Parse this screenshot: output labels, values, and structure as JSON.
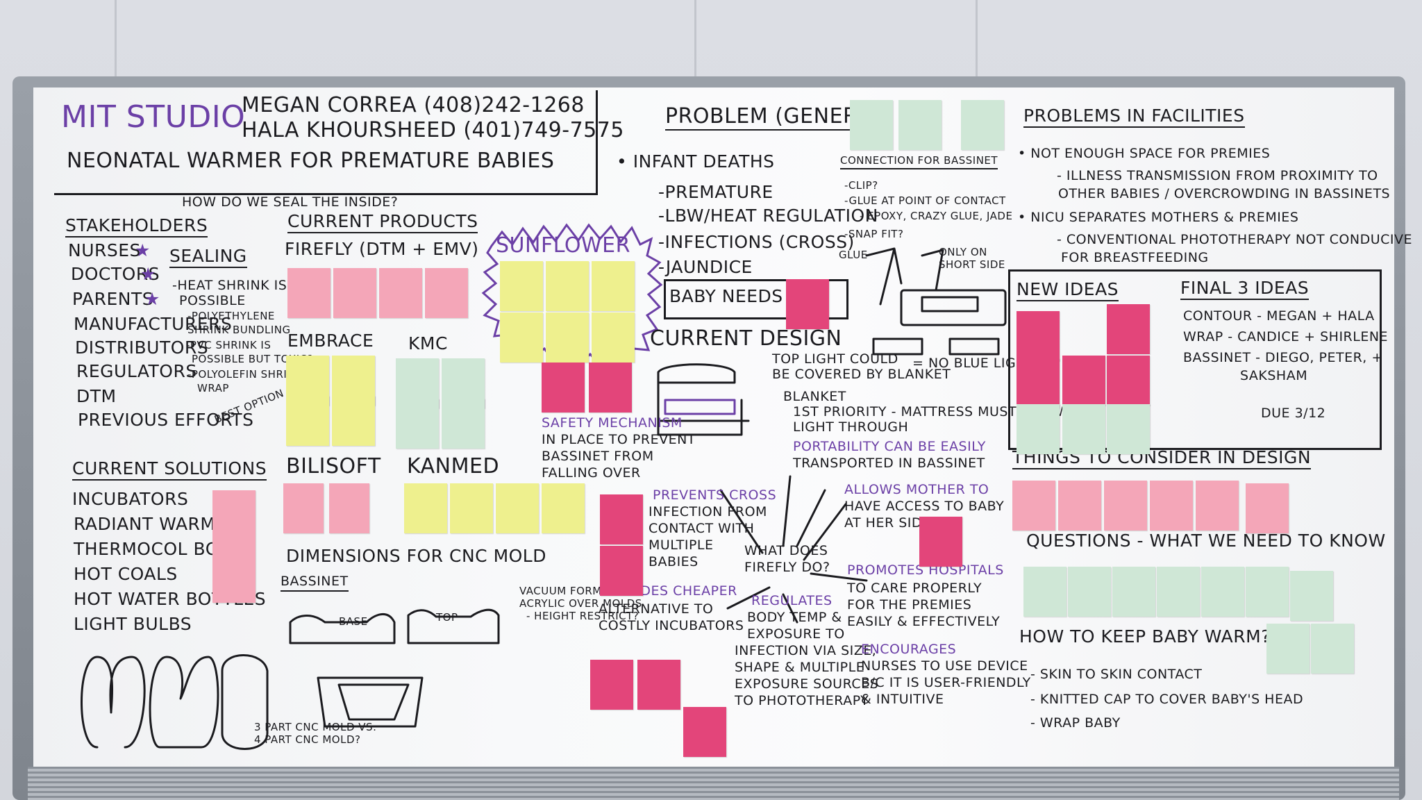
{
  "header": {
    "studio": "MIT STUDIO",
    "person1": "MEGAN CORREA (408)242-1268",
    "person2": "HALA KHOURSHEED (401)749-7575",
    "project": "NEONATAL WARMER FOR PREMATURE BABIES"
  },
  "stakeholders": {
    "title": "STAKEHOLDERS",
    "items": [
      "NURSES",
      "DOCTORS",
      "PARENTS",
      "MANUFACTURERS",
      "DISTRIBUTORS",
      "REGULATORS",
      "DTM",
      "PREVIOUS EFFORTS"
    ]
  },
  "sealing": {
    "question": "HOW DO WE SEAL THE INSIDE?",
    "title": "SEALING",
    "lines": [
      "-HEAT SHRINK IS",
      "POSSIBLE",
      "-POLYETHYLENE",
      "SHRINK BUNDLING",
      "-PVC SHRINK IS",
      "POSSIBLE BUT TOXIC?",
      "-POLYOLEFIN SHRINK",
      "WRAP"
    ],
    "best": "BEST OPTION"
  },
  "products": {
    "title": "CURRENT PRODUCTS",
    "firefly": "FIREFLY (DTM + EMV)",
    "sunflower": "SUNFLOWER",
    "embrace": "EMBRACE",
    "kmc": "KMC",
    "bilisoft": "BILISOFT",
    "kanmed": "KANMED"
  },
  "solutions": {
    "title": "CURRENT SOLUTIONS",
    "items": [
      "INCUBATORS",
      "RADIANT WARMERS",
      "THERMOCOL BOXES",
      "HOT COALS",
      "HOT WATER BOTTLES",
      "LIGHT BULBS"
    ]
  },
  "dimensions": {
    "title": "DIMENSIONS FOR CNC MOLD",
    "bassinet": "BASSINET",
    "base": "BASE",
    "top": "TOP",
    "vacuum": [
      "VACUUM FORM",
      "ACRYLIC OVER MOLDS",
      "- HEIGHT RESTRICT?"
    ],
    "cnc_q": [
      "3 PART CNC MOLD VS.",
      "4 PART CNC MOLD?"
    ]
  },
  "problem": {
    "title": "PROBLEM (GENERAL)",
    "main": "• INFANT DEATHS",
    "items": [
      "-PREMATURE",
      "-LBW/HEAT REGULATION",
      "-INFECTIONS (CROSS)",
      "-JAUNDICE"
    ],
    "baby_needs": "BABY NEEDS -"
  },
  "connection": {
    "title": "CONNECTION FOR BASSINET",
    "lines": [
      "-CLIP?",
      "-GLUE AT POINT OF CONTACT",
      "- EPOXY, CRAZY GLUE, JADE",
      "-SNAP FIT?"
    ],
    "glue": "GLUE",
    "only_short": [
      "ONLY ON",
      "SHORT SIDE"
    ]
  },
  "design": {
    "title": "CURRENT DESIGN",
    "top_light": [
      "TOP LIGHT COULD",
      "BE COVERED BY BLANKET"
    ],
    "no_blue": "= NO BLUE LIGHT",
    "blanket": "BLANKET",
    "priority": [
      "1ST PRIORITY - MATTRESS MUST ALLOW",
      "LIGHT THROUGH"
    ],
    "portability": [
      "PORTABILITY CAN BE EASILY",
      "TRANSPORTED IN BASSINET"
    ],
    "safety": [
      "SAFETY MECHANISM",
      "IN PLACE TO PREVENT",
      "BASSINET FROM",
      "FALLING OVER"
    ]
  },
  "firefly_do": {
    "center": [
      "WHAT DOES",
      "FIREFLY DO?"
    ],
    "prevents": [
      "PREVENTS CROSS",
      "INFECTION FROM",
      "CONTACT WITH",
      "MULTIPLE",
      "BABIES"
    ],
    "allows": [
      "ALLOWS MOTHER TO",
      "HAVE ACCESS TO BABY",
      "AT HER SIDE"
    ],
    "provides": [
      "PROVIDES CHEAPER",
      "ALTERNATIVE TO",
      "COSTLY INCUBATORS"
    ],
    "regulates": [
      "REGULATES",
      "BODY TEMP &",
      "EXPOSURE TO",
      "INFECTION VIA SIZE,",
      "SHAPE & MULTIPLE",
      "EXPOSURE SOURCES",
      "TO PHOTOTHERAPY"
    ],
    "promotes": [
      "PROMOTES HOSPITALS",
      "TO CARE PROPERLY",
      "FOR THE PREMIES",
      "EASILY & EFFECTIVELY"
    ],
    "encourages": [
      "ENCOURAGES",
      "NURSES TO USE DEVICE",
      "B/C IT IS USER-FRIENDLY",
      "& INTUITIVE"
    ]
  },
  "facilities": {
    "title": "PROBLEMS IN FACILITIES",
    "lines": [
      "• NOT ENOUGH SPACE FOR PREMIES",
      "- ILLNESS TRANSMISSION FROM PROXIMITY TO",
      "OTHER BABIES / OVERCROWDING IN BASSINETS",
      "• NICU SEPARATES MOTHERS & PREMIES",
      "- CONVENTIONAL PHOTOTHERAPY NOT CONDUCIVE",
      "FOR BREASTFEEDING"
    ]
  },
  "ideas": {
    "new": "NEW IDEAS",
    "final": "FINAL 3 IDEAS",
    "final_items": [
      "CONTOUR - MEGAN + HALA",
      "WRAP - CANDICE + SHIRLENE",
      "BASSINET - DIEGO, PETER, +",
      "SAKSHAM"
    ],
    "due": "DUE 3/12"
  },
  "consider": {
    "title": "THINGS TO CONSIDER IN DESIGN"
  },
  "questions": {
    "title": "QUESTIONS - WHAT WE NEED TO KNOW"
  },
  "warm": {
    "title": "HOW TO KEEP BABY WARM?",
    "items": [
      "- SKIN TO SKIN CONTACT",
      "- KNITTED CAP TO COVER BABY'S HEAD",
      "- WRAP BABY"
    ]
  },
  "colors": {
    "ink": "#1b1b1f",
    "purple": "#6b3fa6",
    "sticky_pink": "#f4a6b8",
    "sticky_yellow": "#eef08e",
    "sticky_green": "#cfe7d6",
    "sticky_magenta": "#e3457a"
  }
}
